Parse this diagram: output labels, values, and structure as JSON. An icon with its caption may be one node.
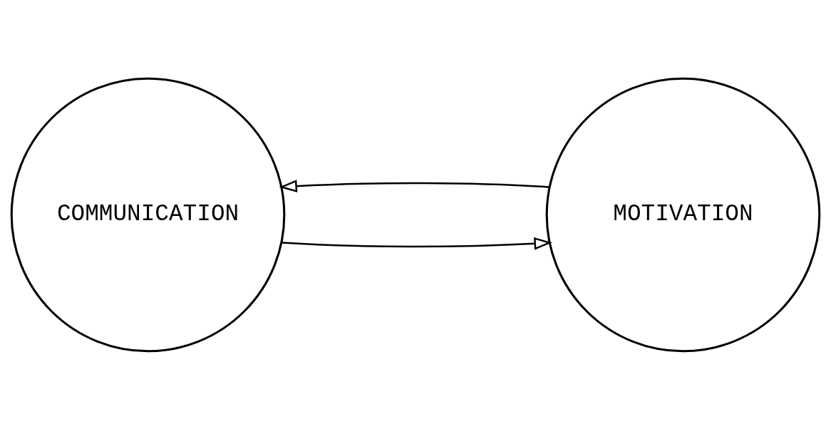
{
  "diagram": {
    "nodes": [
      {
        "text": [
          "COMMUNICATION"
        ]
      },
      {
        "text": [
          "MOTIVATION"
        ]
      }
    ],
    "edges": [
      {
        "from": 0,
        "to": 1,
        "arrow": "to"
      },
      {
        "from": 1,
        "to": 0,
        "arrow": "to"
      }
    ]
  }
}
